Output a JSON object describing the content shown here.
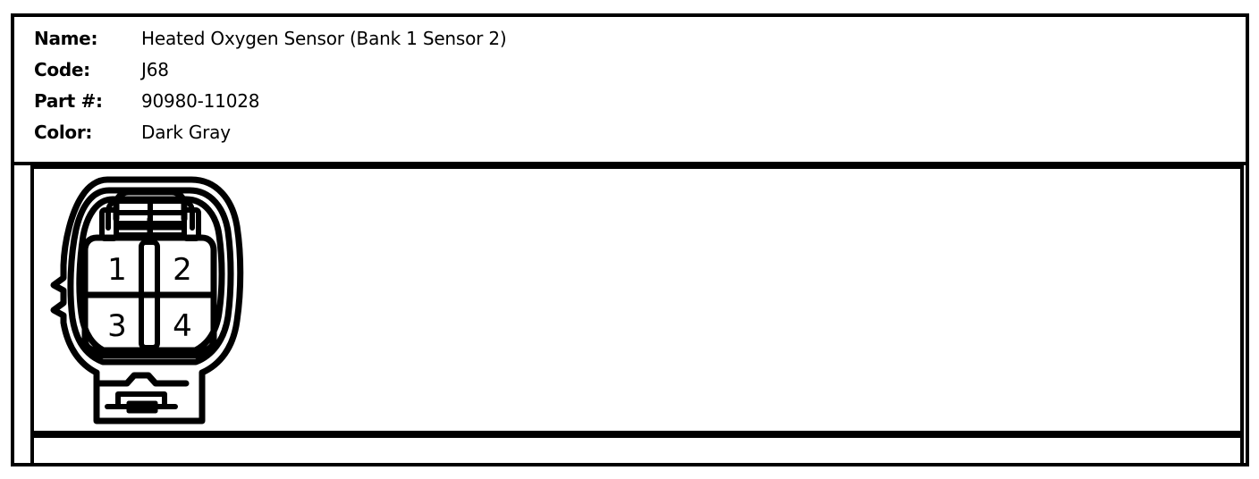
{
  "document": {
    "kind": "automotive-connector-datasheet"
  },
  "spec": {
    "rows": [
      {
        "label": "Name:",
        "value": "Heated Oxygen Sensor (Bank 1 Sensor 2)"
      },
      {
        "label": "Code:",
        "value": "J68"
      },
      {
        "label": "Part #:",
        "value": "90980-11028"
      },
      {
        "label": "Color:",
        "value": "Dark Gray"
      }
    ]
  },
  "diagram": {
    "type": "connector-face-view",
    "cavity_count": 4,
    "pins": [
      {
        "number": "1",
        "position": "top-left"
      },
      {
        "number": "2",
        "position": "top-right"
      },
      {
        "number": "3",
        "position": "bottom-left"
      },
      {
        "number": "4",
        "position": "bottom-right"
      }
    ]
  },
  "notes": {
    "text": ""
  },
  "colors": {
    "ink": "#000000",
    "paper": "#ffffff"
  }
}
